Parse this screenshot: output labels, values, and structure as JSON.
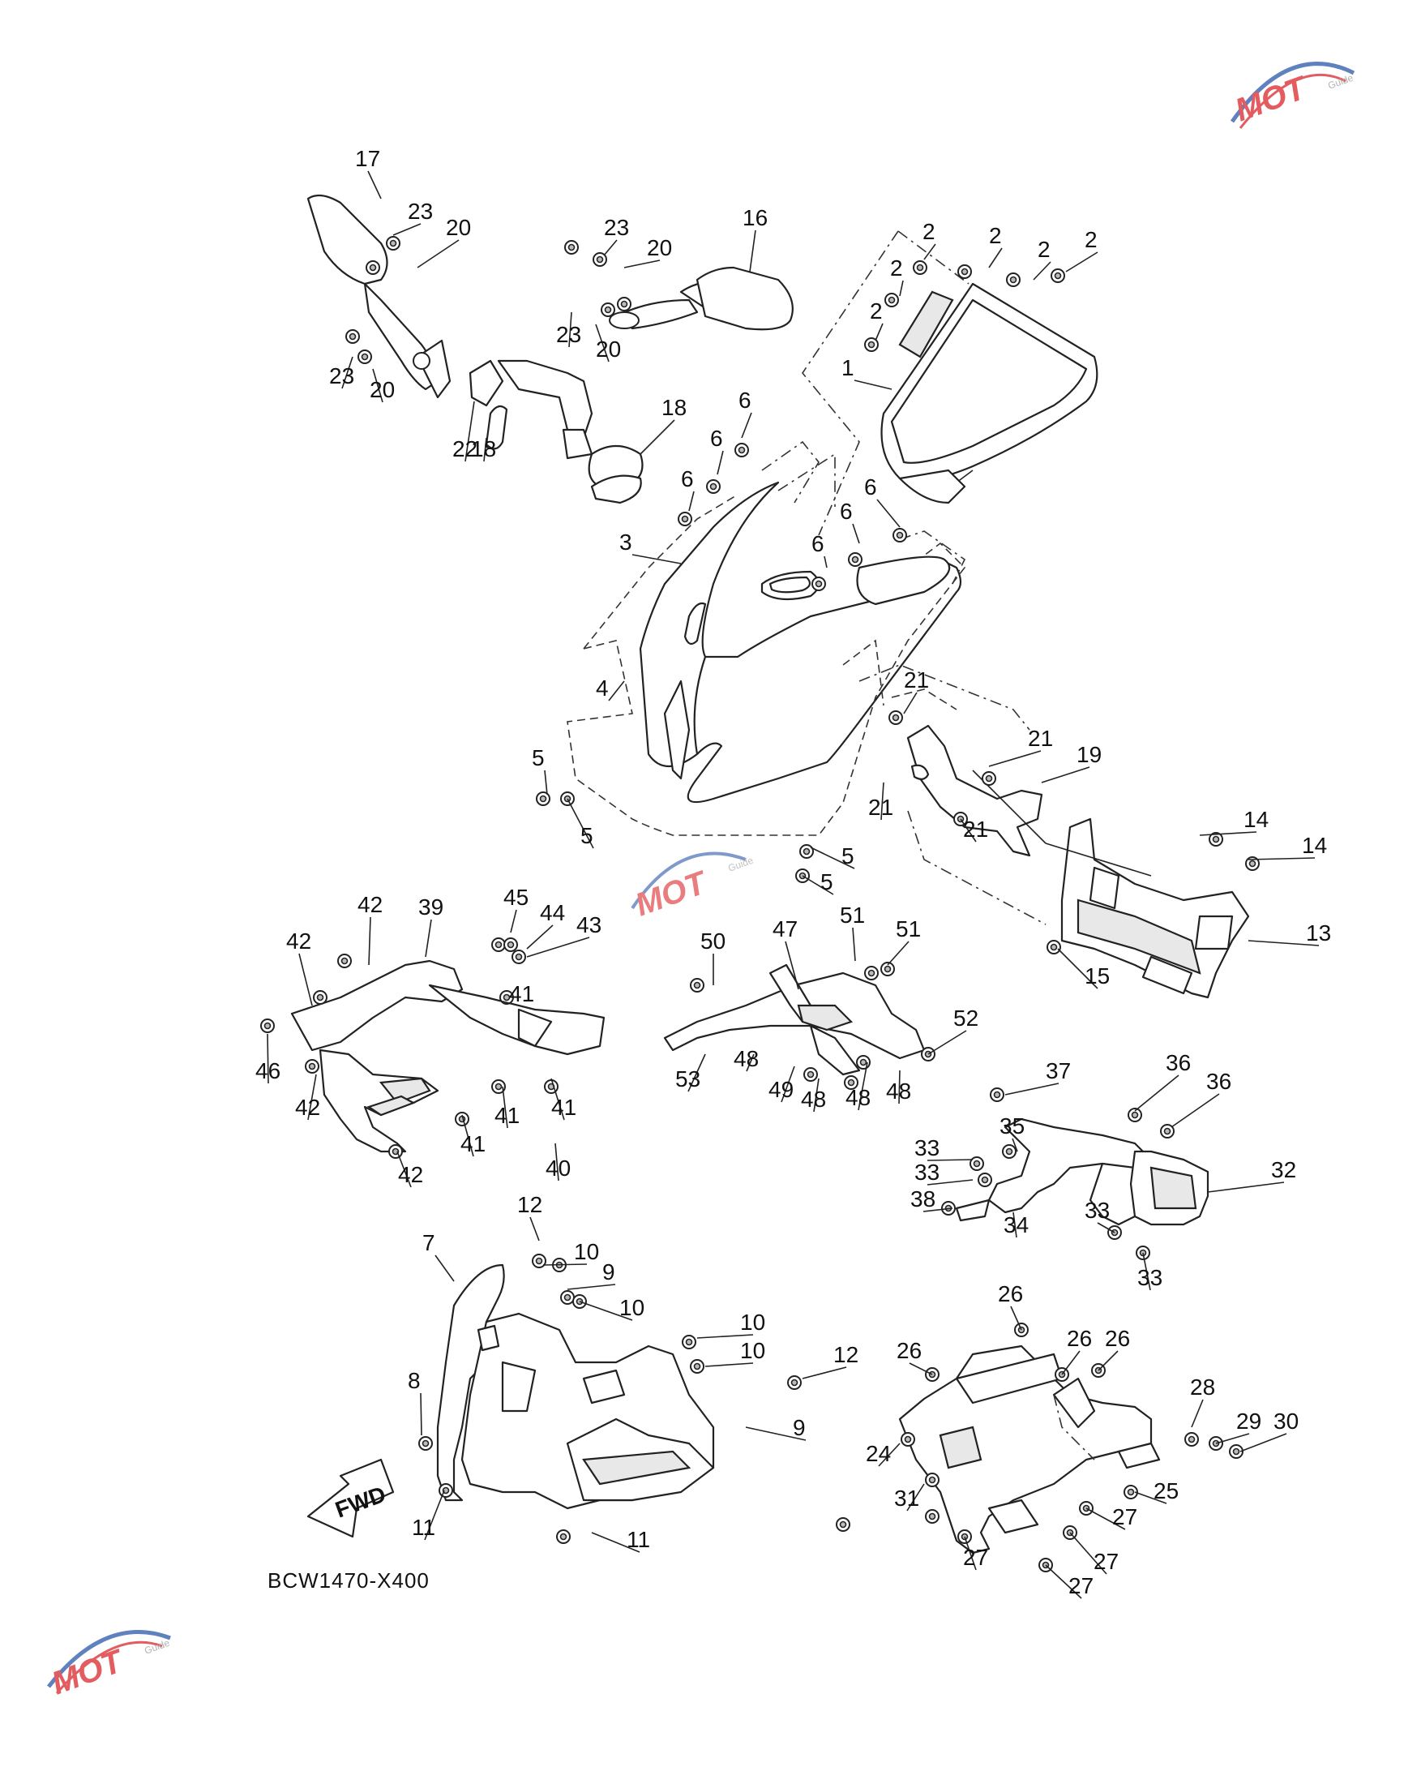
{
  "diagram_code": "BCW1470-X400",
  "fwd_label": "FWD",
  "watermark": {
    "text": "MOT",
    "sub": "Guide",
    "colors": {
      "red": "#d9262b",
      "blue": "#2a57a8",
      "gray": "#9a9a9a"
    }
  },
  "callouts": [
    "1",
    "2",
    "3",
    "4",
    "5",
    "6",
    "7",
    "8",
    "9",
    "10",
    "11",
    "12",
    "13",
    "14",
    "15",
    "16",
    "17",
    "18",
    "19",
    "20",
    "21",
    "22",
    "23",
    "24",
    "25",
    "26",
    "27",
    "28",
    "29",
    "30",
    "31",
    "32",
    "33",
    "34",
    "35",
    "36",
    "37",
    "38",
    "39",
    "40",
    "41",
    "42",
    "43",
    "44",
    "45",
    "46",
    "47",
    "48",
    "49",
    "50",
    "51",
    "52",
    "53"
  ]
}
